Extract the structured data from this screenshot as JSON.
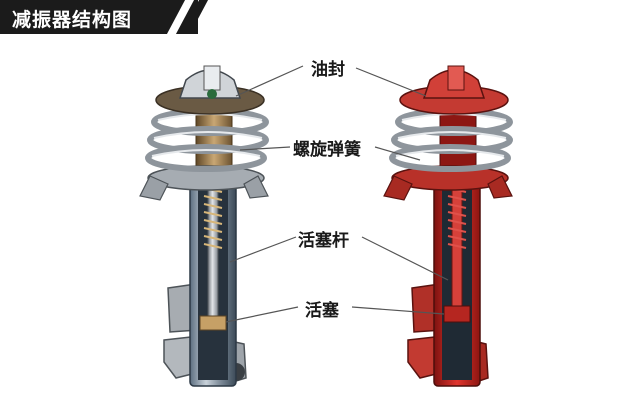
{
  "header": {
    "title": "减振器结构图"
  },
  "labels": {
    "oil_seal": "油封",
    "coil_spring": "螺旋弹簧",
    "piston_rod": "活塞杆",
    "piston": "活塞"
  },
  "colors": {
    "title_bg": "#1b1b1b",
    "hydraulic_red": "#c0211d",
    "metal": "#b9bcc0",
    "tube_dark": "#2e3f50",
    "bronze": "#8c6c3e"
  }
}
